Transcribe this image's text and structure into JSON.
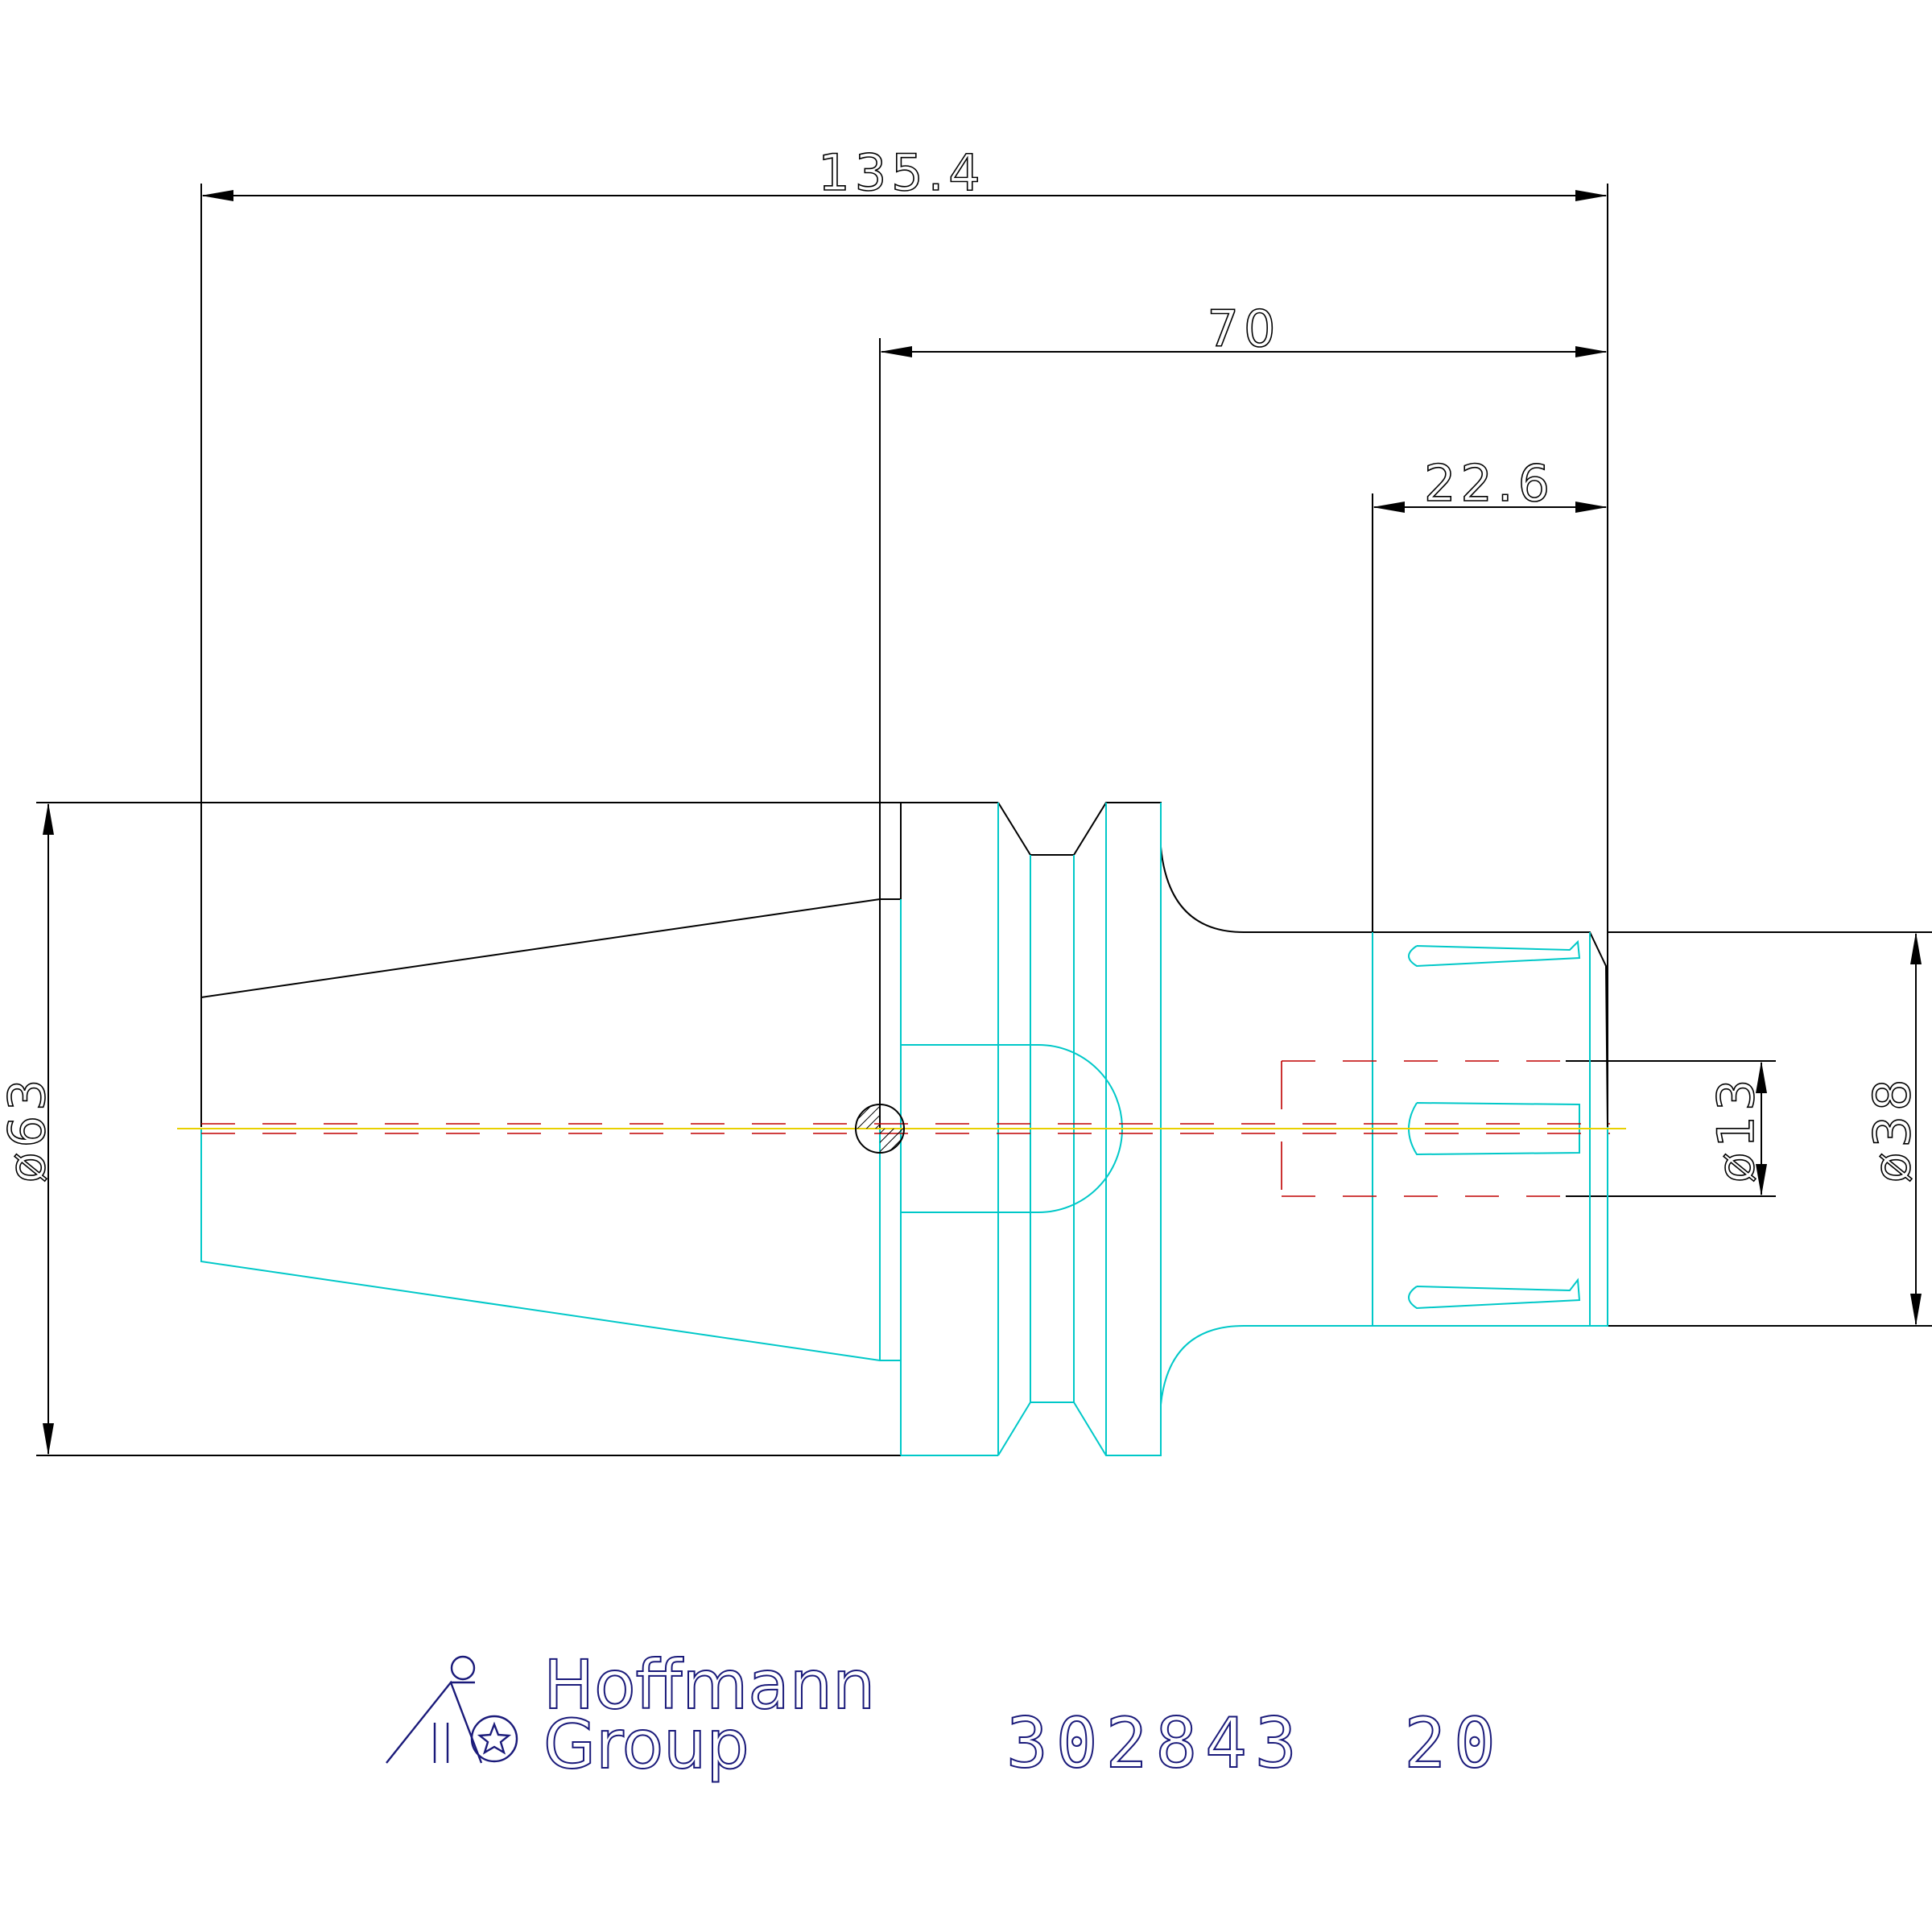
{
  "dimensions": {
    "overall_length": "135.4",
    "collet_length": "70",
    "nut_length": "22.6",
    "flange_diameter": "ø63",
    "nut_diameter": "ø38",
    "clamp_diameter": "ø13"
  },
  "brand": {
    "line1": "Hoffmann",
    "line2": "Group"
  },
  "article_number": "302843  20",
  "colors": {
    "outline": "#000000",
    "lower_half": "#00c8c8",
    "hidden_lines": "#c00000",
    "logo": "#1a1a7a"
  }
}
